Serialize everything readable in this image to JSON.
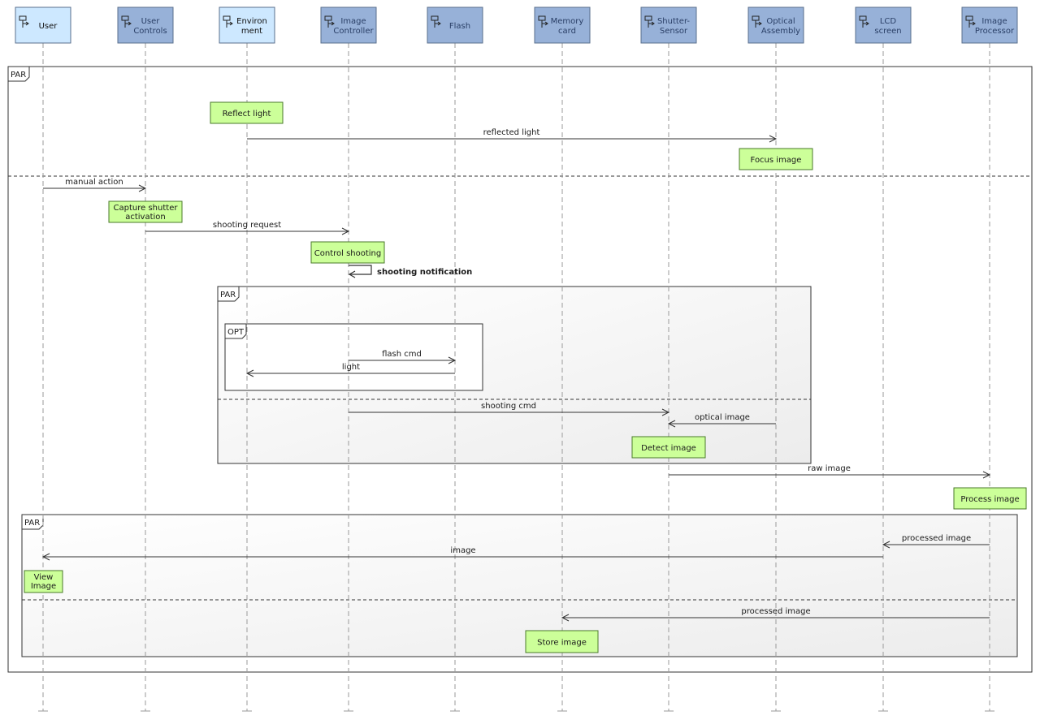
{
  "colors": {
    "head_dark": "#97b1d8",
    "head_light": "#cde8ff",
    "head_border": "#5a6f8c",
    "note_fill": "#ccff99",
    "note_border": "#4a7a2a",
    "text": "#1a1a1a",
    "line": "#333333",
    "lifeline": "#9a9a9a",
    "frame_fill": "#f4f4f4"
  },
  "lifelines": [
    {
      "id": "user",
      "lines": [
        "User"
      ],
      "style": "light"
    },
    {
      "id": "ucontrols",
      "lines": [
        "User",
        "Controls"
      ],
      "style": "dark"
    },
    {
      "id": "env",
      "lines": [
        "Environ",
        "ment"
      ],
      "style": "light"
    },
    {
      "id": "imgctrl",
      "lines": [
        "Image",
        "Controller"
      ],
      "style": "dark"
    },
    {
      "id": "flash",
      "lines": [
        "Flash"
      ],
      "style": "dark"
    },
    {
      "id": "memcard",
      "lines": [
        "Memory",
        "card"
      ],
      "style": "dark"
    },
    {
      "id": "sensor",
      "lines": [
        "Shutter-",
        "Sensor"
      ],
      "style": "dark"
    },
    {
      "id": "optical",
      "lines": [
        "Optical",
        "Assembly"
      ],
      "style": "dark"
    },
    {
      "id": "lcd",
      "lines": [
        "LCD",
        "screen"
      ],
      "style": "dark"
    },
    {
      "id": "imgproc",
      "lines": [
        "Image",
        "Processor"
      ],
      "style": "dark"
    }
  ],
  "fragments": [
    {
      "id": "par-outer",
      "label": "PAR",
      "shaded": false
    },
    {
      "id": "par-inner",
      "label": "PAR",
      "shaded": true
    },
    {
      "id": "opt",
      "label": "OPT",
      "shaded": false
    },
    {
      "id": "par-bottom",
      "label": "PAR",
      "shaded": true
    }
  ],
  "messages": [
    {
      "id": "reflected-light",
      "label": "reflected light",
      "from": "env",
      "to": "optical",
      "bold": false
    },
    {
      "id": "manual-action",
      "label": "manual action",
      "from": "user",
      "to": "ucontrols",
      "bold": false
    },
    {
      "id": "shooting-request",
      "label": "shooting request",
      "from": "ucontrols",
      "to": "imgctrl",
      "bold": false
    },
    {
      "id": "shooting-notification",
      "label": "shooting notification",
      "from": "imgctrl",
      "to": "imgctrl",
      "bold": true
    },
    {
      "id": "flash-cmd",
      "label": "flash cmd",
      "from": "imgctrl",
      "to": "flash",
      "bold": false
    },
    {
      "id": "light",
      "label": "light",
      "from": "flash",
      "to": "env",
      "bold": false
    },
    {
      "id": "shooting-cmd",
      "label": "shooting cmd",
      "from": "imgctrl",
      "to": "sensor",
      "bold": false
    },
    {
      "id": "optical-image",
      "label": "optical image",
      "from": "optical",
      "to": "sensor",
      "bold": false
    },
    {
      "id": "raw-image",
      "label": "raw image",
      "from": "sensor",
      "to": "imgproc",
      "bold": false
    },
    {
      "id": "processed-image-lcd",
      "label": "processed image",
      "from": "imgproc",
      "to": "lcd",
      "bold": false
    },
    {
      "id": "image",
      "label": "image",
      "from": "lcd",
      "to": "user",
      "bold": false
    },
    {
      "id": "processed-image-mem",
      "label": "processed image",
      "from": "imgproc",
      "to": "memcard",
      "bold": false
    }
  ],
  "notes": [
    {
      "id": "reflect-light",
      "lines": [
        "Reflect light"
      ]
    },
    {
      "id": "focus-image",
      "lines": [
        "Focus image"
      ]
    },
    {
      "id": "capture-shutter",
      "lines": [
        "Capture shutter",
        "activation"
      ]
    },
    {
      "id": "control-shooting",
      "lines": [
        "Control shooting"
      ]
    },
    {
      "id": "detect-image",
      "lines": [
        "Detect image"
      ]
    },
    {
      "id": "process-image",
      "lines": [
        "Process image"
      ]
    },
    {
      "id": "view-image",
      "lines": [
        "View",
        "Image"
      ]
    },
    {
      "id": "store-image",
      "lines": [
        "Store image"
      ]
    }
  ]
}
